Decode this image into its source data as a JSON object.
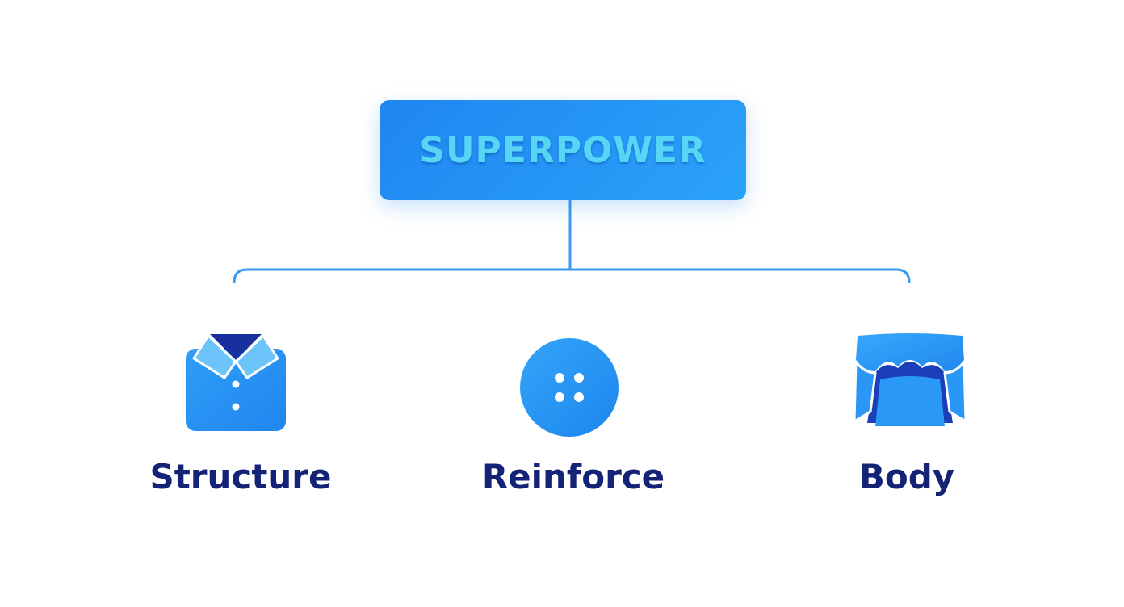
{
  "root": {
    "label": "SUPERPOWER"
  },
  "children": [
    {
      "label": "Structure",
      "icon": "shirt-collar-icon"
    },
    {
      "label": "Reinforce",
      "icon": "button-icon"
    },
    {
      "label": "Body",
      "icon": "garment-body-icon"
    }
  ],
  "colors": {
    "primary_blue": "#2a9cf7",
    "connector_blue": "#3a9af2",
    "root_text": "#56d6f4",
    "dark_navy": "#152377",
    "icon_dark": "#1a3fb8"
  }
}
